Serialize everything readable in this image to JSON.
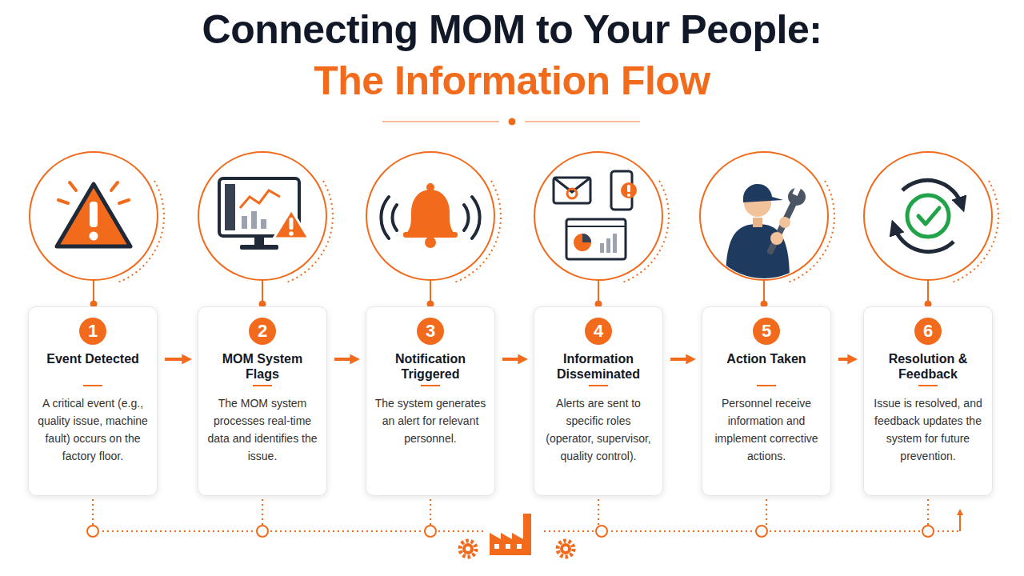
{
  "diagram": {
    "title": "Connecting MOM to Your People:",
    "nodes": [
      {
        "text": [
          "1",
          "Event Detected",
          "A critical event (e.g., quality issue, machine fault) occurs on the factory floor."
        ]
      },
      {
        "text": [
          "2",
          "MOM System Flags",
          "The MOM system processes real-time data and identifies the issue."
        ]
      },
      {
        "text": [
          "3",
          "Notification Triggered",
          "The system generates an alert for relevant personnel."
        ]
      },
      {
        "text": [
          "4",
          "Information Disseminated",
          "Alerts are sent to specific roles (operator, supervisor, quality control)."
        ]
      },
      {
        "text": [
          "5",
          "Action Taken",
          "Personnel receive information and implement corrective actions."
        ]
      },
      {
        "text": [
          "6",
          "Resolution & Feedback",
          "Issue is resolved, and feedback updates the system for future prevention."
        ]
      }
    ],
    "edges": [
      {
        "from": 0,
        "to": 1,
        "arrow": "to"
      },
      {
        "from": 1,
        "to": 2,
        "arrow": "to"
      },
      {
        "from": 2,
        "to": 3,
        "arrow": "to"
      },
      {
        "from": 3,
        "to": 4,
        "arrow": "to"
      },
      {
        "from": 4,
        "to": 5,
        "arrow": "to"
      }
    ],
    "labels": [
      "The Information Flow"
    ]
  }
}
